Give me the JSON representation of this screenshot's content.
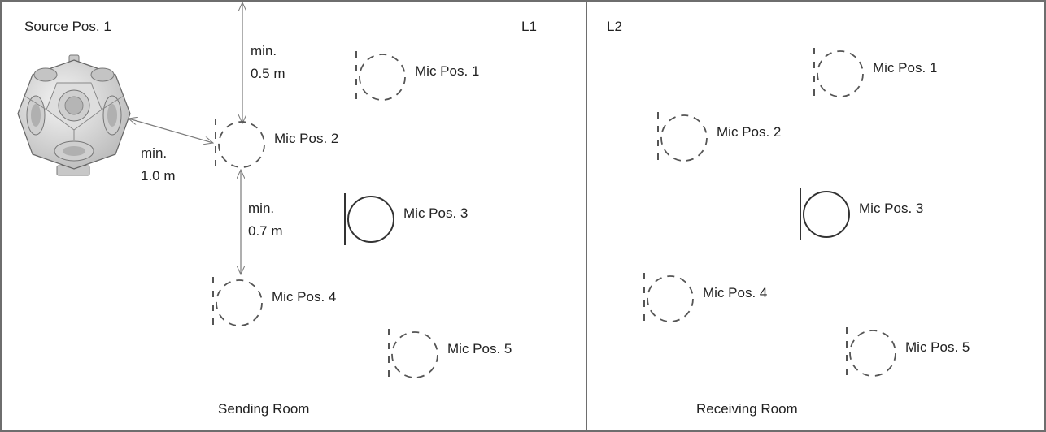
{
  "sending_room": {
    "source_label": "Source Pos. 1",
    "level_label": "L1",
    "title": "Sending Room",
    "mics": [
      {
        "label": "Mic Pos. 1",
        "state": "dashed"
      },
      {
        "label": "Mic Pos. 2",
        "state": "dashed"
      },
      {
        "label": "Mic Pos. 3",
        "state": "solid"
      },
      {
        "label": "Mic Pos. 4",
        "state": "dashed"
      },
      {
        "label": "Mic Pos. 5",
        "state": "dashed"
      }
    ],
    "distances": {
      "ceiling": {
        "line1": "min.",
        "line2": "0.5 m"
      },
      "source": {
        "line1": "min.",
        "line2": "1.0 m"
      },
      "mic": {
        "line1": "min.",
        "line2": "0.7 m"
      }
    }
  },
  "receiving_room": {
    "level_label": "L2",
    "title": "Receiving Room",
    "mics": [
      {
        "label": "Mic Pos. 1",
        "state": "dashed"
      },
      {
        "label": "Mic Pos. 2",
        "state": "dashed"
      },
      {
        "label": "Mic Pos. 3",
        "state": "solid"
      },
      {
        "label": "Mic Pos. 4",
        "state": "dashed"
      },
      {
        "label": "Mic Pos. 5",
        "state": "dashed"
      }
    ]
  },
  "colors": {
    "border": "#6e6e6e",
    "dashed_mic": "#555555",
    "solid_mic": "#333333",
    "arrow": "#7a7a7a",
    "text": "#222222"
  }
}
